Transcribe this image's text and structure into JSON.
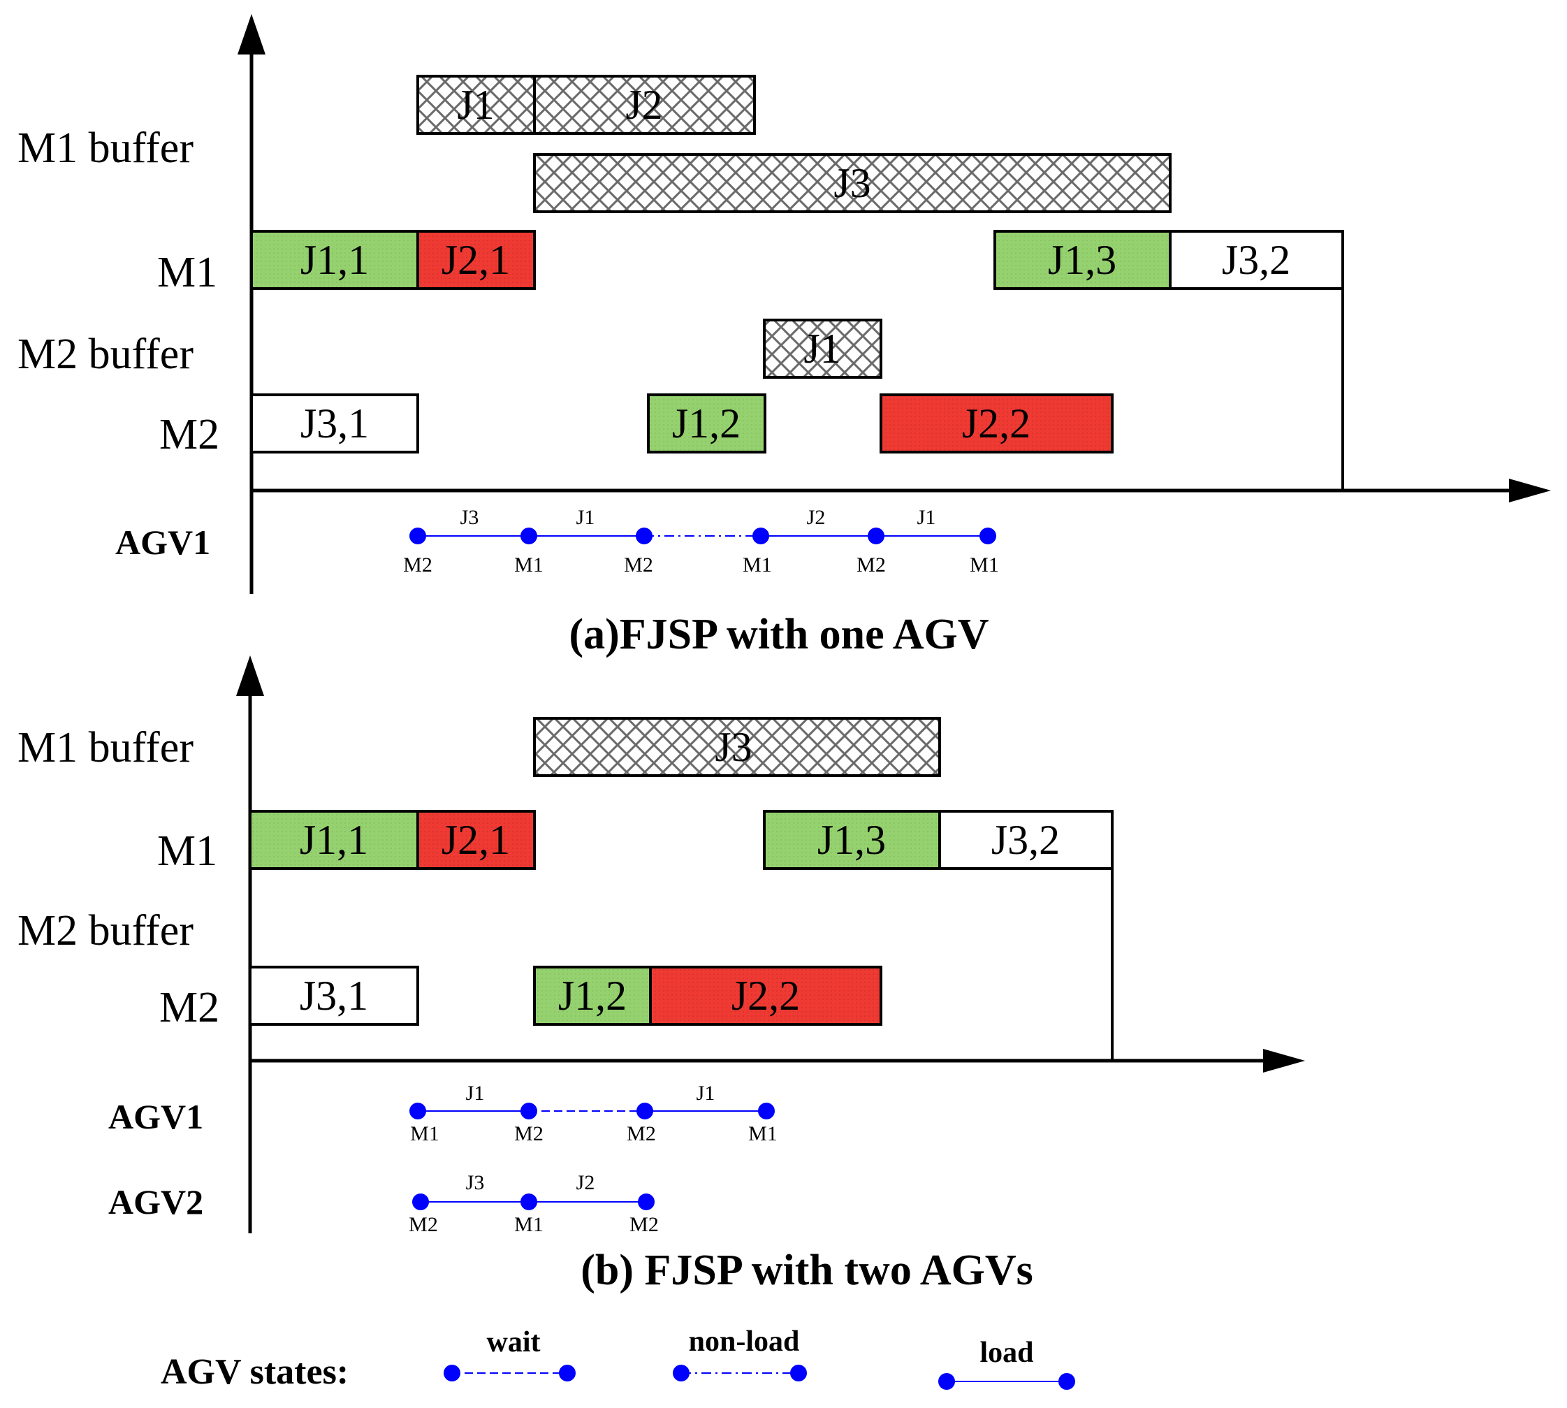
{
  "colors": {
    "green": "#95d26f",
    "red": "#ee3a33",
    "white": "#ffffff",
    "agv_blue": "#0000ff",
    "axis": "#000000"
  },
  "panels": [
    {
      "id": "a",
      "caption": "(a)FJSP with one AGV",
      "rows": [
        {
          "label": "M1 buffer"
        },
        {
          "label": "M1"
        },
        {
          "label": "M2 buffer"
        },
        {
          "label": "M2"
        }
      ],
      "bars": [
        {
          "row": "M1 buffer",
          "text": "J1",
          "style": "hatch"
        },
        {
          "row": "M1 buffer",
          "text": "J2",
          "style": "hatch"
        },
        {
          "row": "M1 buffer",
          "text": "J3",
          "style": "hatch"
        },
        {
          "row": "M1",
          "text": "J1,1",
          "style": "green"
        },
        {
          "row": "M1",
          "text": "J2,1",
          "style": "red"
        },
        {
          "row": "M1",
          "text": "J1,3",
          "style": "green"
        },
        {
          "row": "M1",
          "text": "J3,2",
          "style": "white"
        },
        {
          "row": "M2 buffer",
          "text": "J1",
          "style": "hatch"
        },
        {
          "row": "M2",
          "text": "J3,1",
          "style": "white"
        },
        {
          "row": "M2",
          "text": "J1,2",
          "style": "green"
        },
        {
          "row": "M2",
          "text": "J2,2",
          "style": "red"
        }
      ],
      "agvs": [
        {
          "label": "AGV1",
          "nodes": [
            "M2",
            "M1",
            "M2",
            "M1",
            "M2",
            "M1"
          ],
          "segments": [
            {
              "job": "J3",
              "state": "load"
            },
            {
              "job": "J1",
              "state": "load"
            },
            {
              "job": "",
              "state": "non-load"
            },
            {
              "job": "J2",
              "state": "load"
            },
            {
              "job": "J1",
              "state": "load"
            }
          ]
        }
      ]
    },
    {
      "id": "b",
      "caption": "(b) FJSP with two AGVs",
      "rows": [
        {
          "label": "M1 buffer"
        },
        {
          "label": "M1"
        },
        {
          "label": "M2 buffer"
        },
        {
          "label": "M2"
        }
      ],
      "bars": [
        {
          "row": "M1 buffer",
          "text": "J3",
          "style": "hatch"
        },
        {
          "row": "M1",
          "text": "J1,1",
          "style": "green"
        },
        {
          "row": "M1",
          "text": "J2,1",
          "style": "red"
        },
        {
          "row": "M1",
          "text": "J1,3",
          "style": "green"
        },
        {
          "row": "M1",
          "text": "J3,2",
          "style": "white"
        },
        {
          "row": "M2",
          "text": "J3,1",
          "style": "white"
        },
        {
          "row": "M2",
          "text": "J1,2",
          "style": "green"
        },
        {
          "row": "M2",
          "text": "J2,2",
          "style": "red"
        }
      ],
      "agvs": [
        {
          "label": "AGV1",
          "nodes": [
            "M1",
            "M2",
            "M2",
            "M1"
          ],
          "segments": [
            {
              "job": "J1",
              "state": "load"
            },
            {
              "job": "",
              "state": "wait"
            },
            {
              "job": "J1",
              "state": "load"
            }
          ]
        },
        {
          "label": "AGV2",
          "nodes": [
            "M2",
            "M1",
            "M2"
          ],
          "segments": [
            {
              "job": "J3",
              "state": "load"
            },
            {
              "job": "J2",
              "state": "load"
            }
          ]
        }
      ]
    }
  ],
  "legend": {
    "title": "AGV states:",
    "items": [
      {
        "label": "wait",
        "state": "wait"
      },
      {
        "label": "non-load",
        "state": "non-load"
      },
      {
        "label": "load",
        "state": "load"
      }
    ]
  }
}
